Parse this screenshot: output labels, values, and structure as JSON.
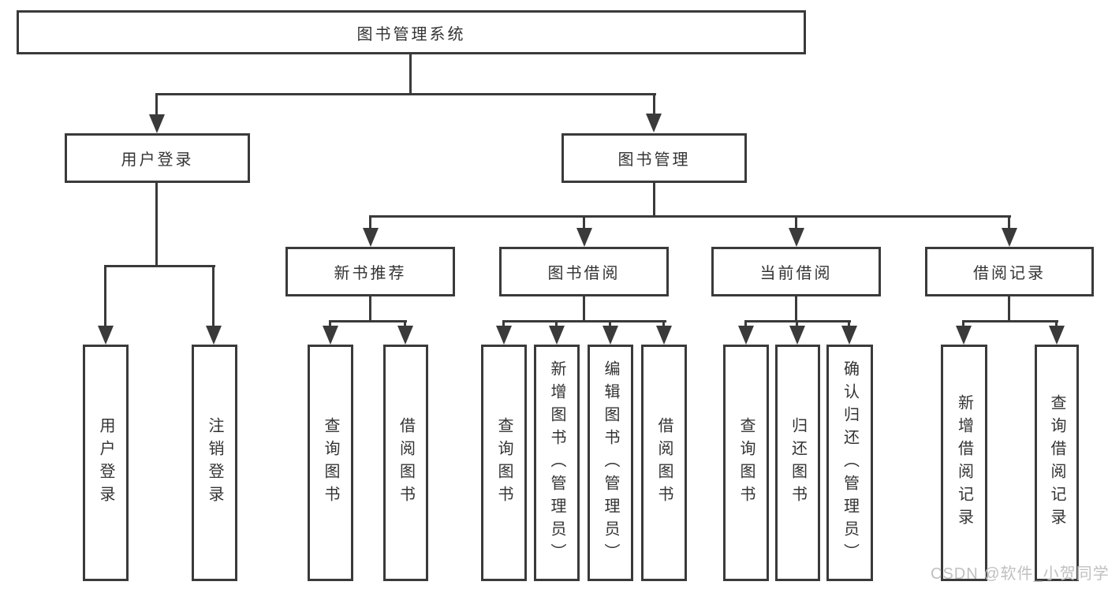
{
  "diagram": {
    "root": {
      "label": "图书管理系统"
    },
    "branches": {
      "user_login": {
        "label": "用户登录"
      },
      "book_mgmt": {
        "label": "图书管理"
      }
    },
    "sections": {
      "new_book_rec": {
        "label": "新书推荐"
      },
      "book_borrow": {
        "label": "图书借阅"
      },
      "current_borrow": {
        "label": "当前借阅"
      },
      "borrow_record": {
        "label": "借阅记录"
      }
    },
    "leaves": {
      "ul_login": {
        "label": "用户登录"
      },
      "ul_logout": {
        "label": "注销登录"
      },
      "nb_query": {
        "label": "查询图书"
      },
      "nb_borrow": {
        "label": "借阅图书"
      },
      "bb_query": {
        "label": "查询图书"
      },
      "bb_add": {
        "label": "新增图书（管理员）"
      },
      "bb_edit": {
        "label": "编辑图书（管理员）"
      },
      "bb_borrow": {
        "label": "借阅图书"
      },
      "cb_query": {
        "label": "查询图书"
      },
      "cb_return": {
        "label": "归还图书"
      },
      "cb_confirm": {
        "label": "确认归还（管理员）"
      },
      "br_add": {
        "label": "新增借阅记录"
      },
      "br_query": {
        "label": "查询借阅记录"
      }
    },
    "hierarchy": {
      "图书管理系统": {
        "用户登录": [
          "用户登录",
          "注销登录"
        ],
        "图书管理": {
          "新书推荐": [
            "查询图书",
            "借阅图书"
          ],
          "图书借阅": [
            "查询图书",
            "新增图书（管理员）",
            "编辑图书（管理员）",
            "借阅图书"
          ],
          "当前借阅": [
            "查询图书",
            "归还图书",
            "确认归还（管理员）"
          ],
          "借阅记录": [
            "新增借阅记录",
            "查询借阅记录"
          ]
        }
      }
    }
  },
  "watermark": {
    "text": "CSDN @软件_小贺同学"
  },
  "colors": {
    "line": "#3a3a3a",
    "text": "#333333",
    "watermark": "#c0c0c0",
    "background": "#ffffff"
  }
}
